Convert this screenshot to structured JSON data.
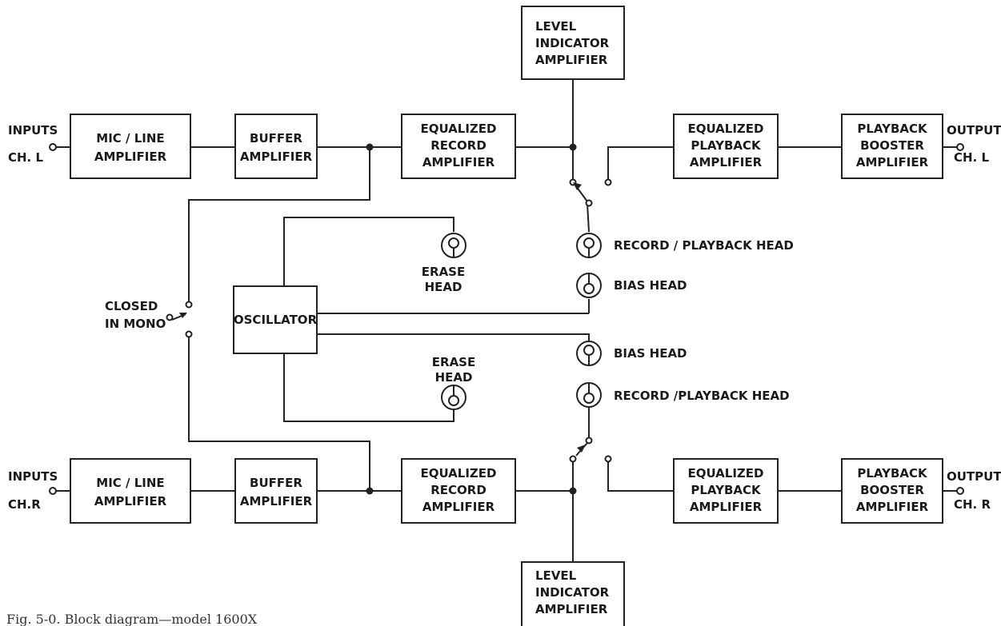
{
  "blocks": {
    "level_top": [
      "LEVEL",
      "INDICATOR",
      "AMPLIFIER"
    ],
    "mic_l": [
      "MIC / LINE",
      "AMPLIFIER"
    ],
    "buffer_l": [
      "BUFFER",
      "AMPLIFIER"
    ],
    "eqrec_l": [
      "EQUALIZED",
      "RECORD",
      "AMPLIFIER"
    ],
    "eqpb_l": [
      "EQUALIZED",
      "PLAYBACK",
      "AMPLIFIER"
    ],
    "boost_l": [
      "PLAYBACK",
      "BOOSTER",
      "AMPLIFIER"
    ],
    "osc": [
      "OSCILLATOR"
    ],
    "mic_r": [
      "MIC / LINE",
      "AMPLIFIER"
    ],
    "buffer_r": [
      "BUFFER",
      "AMPLIFIER"
    ],
    "eqrec_r": [
      "EQUALIZED",
      "RECORD",
      "AMPLIFIER"
    ],
    "eqpb_r": [
      "EQUALIZED",
      "PLAYBACK",
      "AMPLIFIER"
    ],
    "boost_r": [
      "PLAYBACK",
      "BOOSTER",
      "AMPLIFIER"
    ],
    "level_bot": [
      "LEVEL",
      "INDICATOR",
      "AMPLIFIER"
    ]
  },
  "labels": {
    "inputs_l": [
      "INPUTS",
      "CH. L"
    ],
    "output_l": [
      "OUTPUT",
      "CH. L"
    ],
    "inputs_r": [
      "INPUTS",
      "CH.R"
    ],
    "output_r": [
      "OUTPUT",
      "CH. R"
    ],
    "mono": [
      "CLOSED",
      "IN  MONO"
    ],
    "erase_top": [
      "ERASE",
      "HEAD"
    ],
    "erase_bot": [
      "ERASE",
      "HEAD"
    ],
    "rp_top": "RECORD / PLAYBACK  HEAD",
    "bias_top": "BIAS  HEAD",
    "bias_bot": "BIAS    HEAD",
    "rp_bot": "RECORD /PLAYBACK HEAD"
  },
  "caption": "Fig. 5-0. Block diagram—model 1600X"
}
